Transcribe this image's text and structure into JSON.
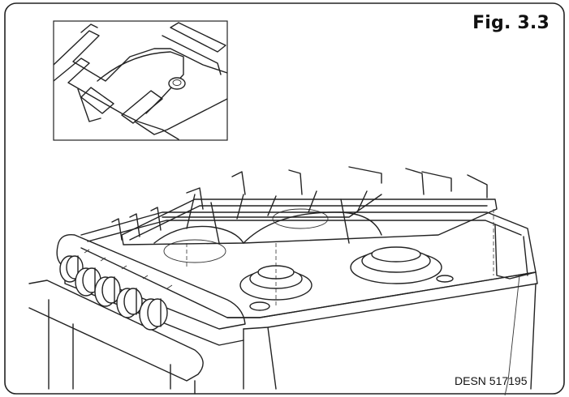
{
  "figure": {
    "label": "Fig. 3.3",
    "drawing_code": "DESN 517195"
  },
  "colors": {
    "line": "#222222",
    "background": "#ffffff",
    "frame": "#222222"
  },
  "illustration": {
    "subject": "cooker hob with pan-support grids being lifted",
    "knob_count": 5,
    "burner_count": 4,
    "detail_inset": "grid corner with fixing screw"
  }
}
